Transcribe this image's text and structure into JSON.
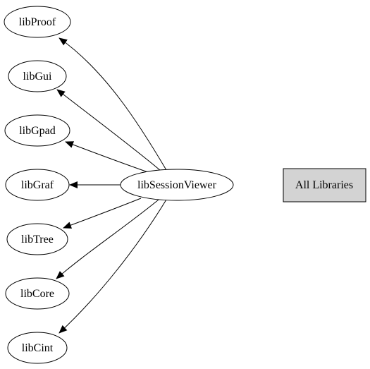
{
  "center_node": {
    "label": "libSessionViewer"
  },
  "dependencies": [
    {
      "id": "libproof",
      "label": "libProof"
    },
    {
      "id": "libgui",
      "label": "libGui"
    },
    {
      "id": "libgpad",
      "label": "libGpad"
    },
    {
      "id": "libgraf",
      "label": "libGraf"
    },
    {
      "id": "libtree",
      "label": "libTree"
    },
    {
      "id": "libcore",
      "label": "libCore"
    },
    {
      "id": "libcint",
      "label": "libCint"
    }
  ],
  "all_libraries_button": {
    "label": "All Libraries",
    "fill_color": "#d3d3d3"
  },
  "colors": {
    "stroke": "#000000",
    "background": "#ffffff"
  }
}
